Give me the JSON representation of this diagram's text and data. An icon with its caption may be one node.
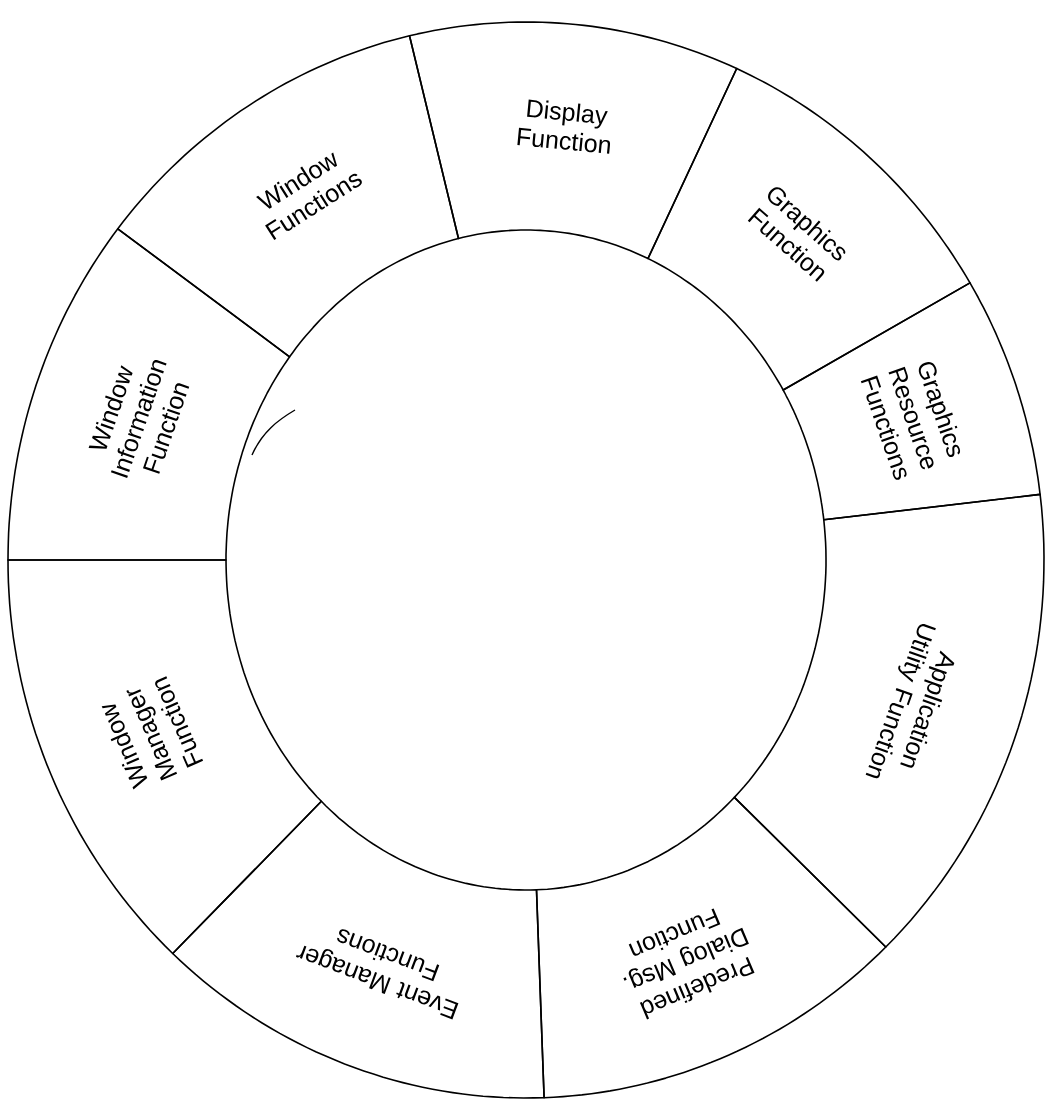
{
  "diagram": {
    "nodes": [
      {
        "text": [
          "Display Function"
        ]
      },
      {
        "text": [
          "Graphics Function"
        ]
      },
      {
        "text": [
          "Graphics Resource Functions"
        ]
      },
      {
        "text": [
          "Application Utility Function"
        ]
      },
      {
        "text": [
          "Predefined Dialog Msg. Function"
        ]
      },
      {
        "text": [
          "Event Manager Functions"
        ]
      },
      {
        "text": [
          "Window Manager Function"
        ]
      },
      {
        "text": [
          "Window Information Function"
        ]
      },
      {
        "text": [
          "Window Functions"
        ]
      }
    ]
  }
}
